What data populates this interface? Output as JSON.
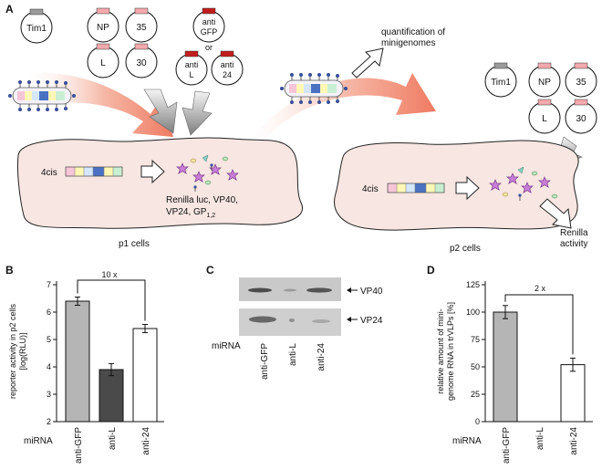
{
  "figure": {
    "panels": {
      "a": "A",
      "b": "B",
      "c": "C",
      "d": "D"
    },
    "plasmids_left": {
      "tim1": "Tim1",
      "np": "NP",
      "vp35": "35",
      "l": "L",
      "vp30": "30"
    },
    "plasmids_mirna": {
      "anti_gfp_1": "anti",
      "anti_gfp_2": "GFP",
      "or": "or",
      "anti_l_1": "anti",
      "anti_l_2": "L",
      "anti_24_1": "anti",
      "anti_24_2": "24"
    },
    "plasmids_right": {
      "tim1": "Tim1",
      "np": "NP",
      "vp35": "35",
      "l": "L",
      "vp30": "30"
    },
    "quantification": [
      "quantification of",
      "minigenomes"
    ],
    "cell1": {
      "cis": "4cis",
      "products": [
        "Renilla luc, VP40,",
        "VP24, GP"
      ],
      "gp_sub": "1,2",
      "label": "p1 cells"
    },
    "cell2": {
      "cis": "4cis",
      "renilla": [
        "Renilla",
        "activity"
      ],
      "label": "p2 cells"
    },
    "western": {
      "bands": [
        "VP40",
        "VP24"
      ],
      "mirna_label": "miRNA",
      "lanes": [
        "anti-GFP",
        "anti-L",
        "anti-24"
      ]
    }
  },
  "chart_data": [
    {
      "panel": "B",
      "type": "bar",
      "categories": [
        "anti-GFP",
        "anti-L",
        "anti-24"
      ],
      "values": [
        6.4,
        3.9,
        5.4
      ],
      "errors": [
        0.15,
        0.22,
        0.15
      ],
      "colors": [
        "#b5b5b5",
        "#4a4a4a",
        "#ffffff"
      ],
      "ylabel": [
        "reporter activity in p2 cells",
        "[log(RLU)]"
      ],
      "xlabel": "miRNA",
      "ylim": [
        2,
        7
      ],
      "yticks": [
        "2",
        "3",
        "4",
        "5",
        "6",
        "7"
      ],
      "annotation": "10 x"
    },
    {
      "panel": "D",
      "type": "bar",
      "categories": [
        "anti-GFP",
        "anti-L",
        "anti-24"
      ],
      "values": [
        100,
        0,
        52
      ],
      "errors": [
        6,
        0,
        6
      ],
      "colors": [
        "#b5b5b5",
        "#4a4a4a",
        "#ffffff"
      ],
      "ylabel": [
        "relative amount of mini-",
        "genome RNA in trVLPs [%]"
      ],
      "xlabel": "miRNA",
      "ylim": [
        0,
        125
      ],
      "yticks": [
        "0",
        "25",
        "50",
        "75",
        "100",
        "125"
      ],
      "annotation": "2 x"
    }
  ]
}
